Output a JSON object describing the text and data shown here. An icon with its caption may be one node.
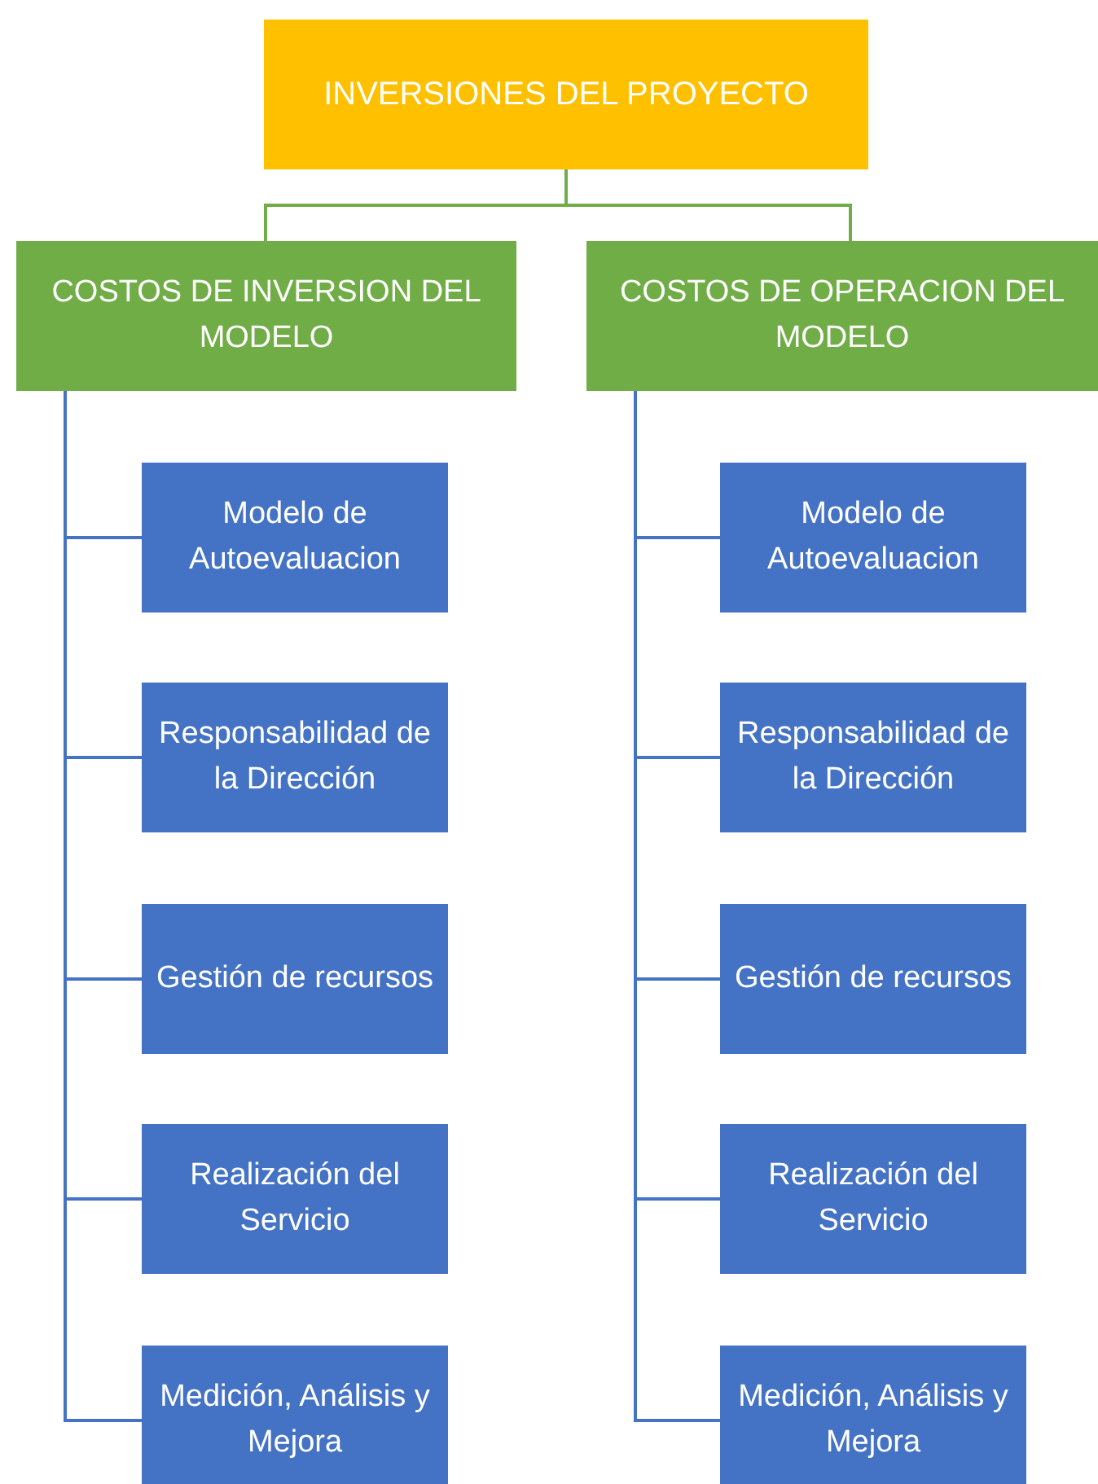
{
  "diagram": {
    "nodes": [
      {
        "text": [
          "INVERSIONES  DEL PROYECTO"
        ]
      },
      {
        "text": [
          "COSTOS DE INVERSION DEL MODELO"
        ]
      },
      {
        "text": [
          "COSTOS DE OPERACION DEL MODELO"
        ]
      },
      {
        "text": [
          "Modelo de Autoevaluacion"
        ]
      },
      {
        "text": [
          "Responsabilidad de la Dirección"
        ]
      },
      {
        "text": [
          "Gestión de recursos"
        ]
      },
      {
        "text": [
          "Realización del Servicio"
        ]
      },
      {
        "text": [
          "Medición, Análisis y Mejora"
        ]
      },
      {
        "text": [
          "Modelo de Autoevaluacion"
        ]
      },
      {
        "text": [
          "Responsabilidad de la Dirección"
        ]
      },
      {
        "text": [
          "Gestión de recursos"
        ]
      },
      {
        "text": [
          "Realización del Servicio"
        ]
      },
      {
        "text": [
          "Medición, Análisis y Mejora"
        ]
      }
    ],
    "edges": [
      {
        "from": 0,
        "to": 1,
        "arrow": "none",
        "color": "#70ad47"
      },
      {
        "from": 0,
        "to": 2,
        "arrow": "none",
        "color": "#70ad47"
      },
      {
        "from": 1,
        "to": 3,
        "arrow": "none"
      },
      {
        "from": 1,
        "to": 4,
        "arrow": "none"
      },
      {
        "from": 1,
        "to": 5,
        "arrow": "none"
      },
      {
        "from": 1,
        "to": 6,
        "arrow": "none"
      },
      {
        "from": 1,
        "to": 7,
        "arrow": "none"
      },
      {
        "from": 2,
        "to": 8,
        "arrow": "none"
      },
      {
        "from": 2,
        "to": 9,
        "arrow": "none"
      },
      {
        "from": 2,
        "to": 10,
        "arrow": "none"
      },
      {
        "from": 2,
        "to": 11,
        "arrow": "none"
      },
      {
        "from": 2,
        "to": 12,
        "arrow": "none"
      }
    ]
  }
}
